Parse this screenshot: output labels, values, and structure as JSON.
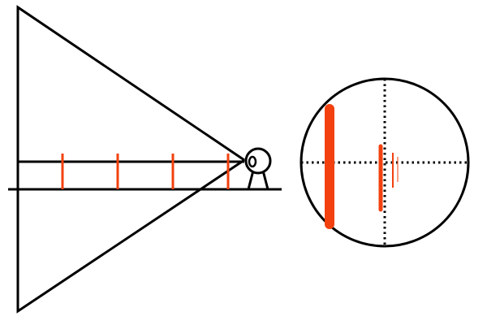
{
  "colors": {
    "background": "#ffffff",
    "line": "#000000",
    "marker": "#f2410f"
  },
  "side_view": {
    "pole_count": 4,
    "pole_thickness_order": "equal",
    "viewer": "eye-icon"
  },
  "eyepiece_view": {
    "crosshair": "dotted",
    "pole_count": 4,
    "pole_width_order": "decreasing-with-distance"
  }
}
